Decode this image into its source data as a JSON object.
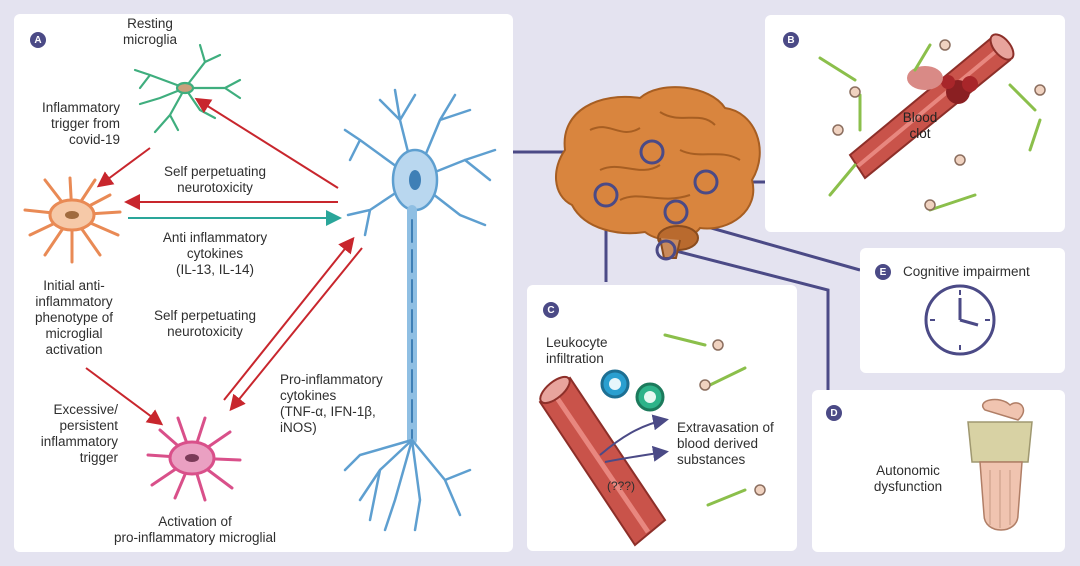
{
  "panel_a": {
    "badge": "A",
    "resting_microglia": "Resting\nmicroglia",
    "inflammatory_trigger": "Inflammatory\ntrigger from\ncovid-19",
    "self_perpetuating_1": "Self perpetuating\nneurotoxicity",
    "anti_inflammatory": "Anti inflammatory\ncytokines\n(IL-13, IL-14)",
    "initial_anti": "Initial anti-\ninflammatory\nphenotype of\nmicroglial\nactivation",
    "self_perpetuating_2": "Self perpetuating\nneurotoxicity",
    "pro_inflammatory": "Pro-inflammatory\ncytokines\n(TNF-α, IFN-1β,\niNOS)",
    "excessive_trigger": "Excessive/\npersistent\ninflammatory\ntrigger",
    "activation": "Activation of\npro-inflammatory microglial"
  },
  "panel_b": {
    "badge": "B",
    "blood_clot": "Blood\nclot"
  },
  "panel_c": {
    "badge": "C",
    "leukocyte": "Leukocyte\ninfiltration",
    "extravasation": "Extravasation of\nblood derived\nsubstances",
    "unknown": "(???)"
  },
  "panel_d": {
    "badge": "D",
    "autonomic": "Autonomic\ndysfunction"
  },
  "panel_e": {
    "badge": "E",
    "cognitive": "Cognitive impairment"
  },
  "colors": {
    "background": "#e4e3f0",
    "connector": "#4b4a86",
    "arrow_red": "#c8262d",
    "arrow_teal": "#2aa69a",
    "neuron_blue": "#5e9fd0",
    "microglia_green": "#3fae7e",
    "microglia_orange": "#e98a55",
    "microglia_pink": "#d9508a",
    "brain": "#d9853e",
    "vessel": "#c9534a"
  }
}
